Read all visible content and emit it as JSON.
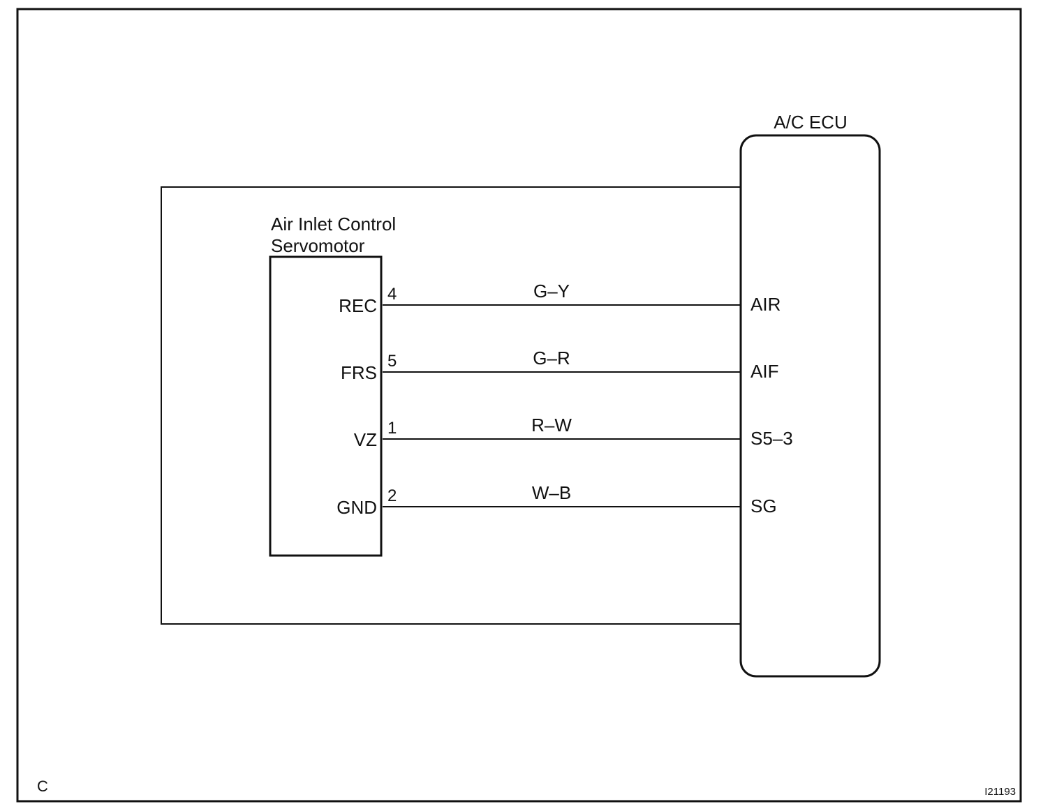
{
  "diagram": {
    "panel_letter": "C",
    "figure_code": "I21193",
    "colors": {
      "ink": "#111111",
      "paper": "#ffffff"
    },
    "ecu": {
      "title": "A/C ECU"
    },
    "servomotor": {
      "title_line1": "Air Inlet Control",
      "title_line2": "Servomotor"
    },
    "circuits": [
      {
        "motor_terminal": "REC",
        "pin": "4",
        "wire_color": "G–Y",
        "ecu_terminal": "AIR"
      },
      {
        "motor_terminal": "FRS",
        "pin": "5",
        "wire_color": "G–R",
        "ecu_terminal": "AIF"
      },
      {
        "motor_terminal": "VZ",
        "pin": "1",
        "wire_color": "R–W",
        "ecu_terminal": "S5–3"
      },
      {
        "motor_terminal": "GND",
        "pin": "2",
        "wire_color": "W–B",
        "ecu_terminal": "SG"
      }
    ]
  }
}
